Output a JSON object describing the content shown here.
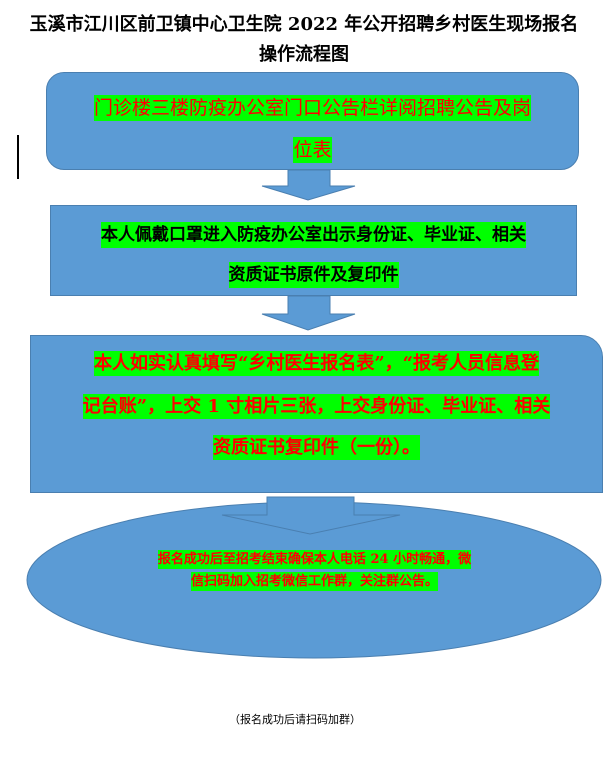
{
  "title": {
    "line1": "玉溪市江川区前卫镇中心卫生院 2022 年公开招聘乡村医生现场报名",
    "line2": "操作流程图"
  },
  "steps": [
    {
      "lines": [
        "门诊楼三楼防疫办公室门口公告栏详阅招聘公告及岗",
        "位表"
      ]
    },
    {
      "lines": [
        "本人佩戴口罩进入防疫办公室出示身份证、毕业证、相关",
        "资质证书原件及复印件"
      ]
    },
    {
      "lines": [
        "本人如实认真填写“乡村医生报名表”，“报考人员信息登",
        "记台账”，上交 1 寸相片三张，上交身份证、毕业证、相关",
        "资质证书复印件（一份）。"
      ]
    },
    {
      "lines": [
        "报名成功后至招考结束确保本人电话 24 小时畅通，微",
        "信扫码加入招考微信工作群，关注群公告。"
      ]
    }
  ],
  "footer": "（报名成功后请扫码加群）",
  "colors": {
    "shape": "#5b9bd5",
    "highlight": "#00ff00",
    "text": "#ff0000"
  }
}
